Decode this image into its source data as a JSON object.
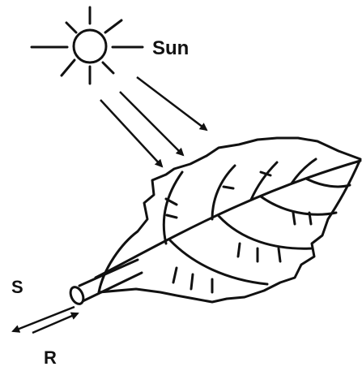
{
  "labels": {
    "sun": "Sun",
    "s": "S",
    "r": "R"
  },
  "colors": {
    "ink": "#111111",
    "paper": "#ffffff"
  },
  "icons": [
    "sun-icon",
    "sunlight-arrow-icon",
    "leaf-icon",
    "stem-icon"
  ]
}
